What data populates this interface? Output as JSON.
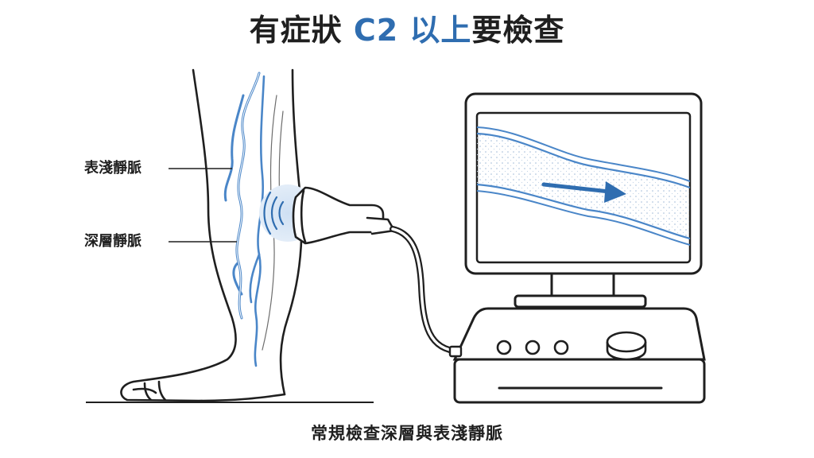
{
  "title": {
    "prefix": "有症狀 ",
    "accent": "C2 以上",
    "suffix": "要檢查"
  },
  "labels": {
    "superficial_vein": "表淺靜脈",
    "deep_vein": "深層靜脈"
  },
  "caption": "常規檢查深層與表淺靜脈",
  "colors": {
    "accent": "#2f6db0",
    "vein": "#4a86c8",
    "ink": "#1f1f1f"
  }
}
